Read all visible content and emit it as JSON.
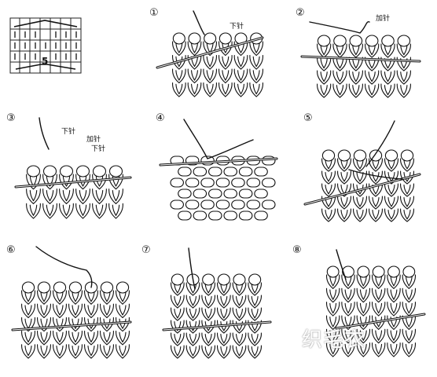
{
  "chart": {
    "number": "5"
  },
  "steps": [
    {
      "number": "①",
      "labels": [
        "下针"
      ]
    },
    {
      "number": "②",
      "labels": [
        "加针"
      ]
    },
    {
      "number": "③",
      "labels": [
        "下针",
        "加针",
        "下针"
      ]
    },
    {
      "number": "④",
      "labels": []
    },
    {
      "number": "⑤",
      "labels": []
    },
    {
      "number": "⑥",
      "labels": []
    },
    {
      "number": "⑦",
      "labels": []
    },
    {
      "number": "⑧",
      "labels": []
    }
  ],
  "watermark": "织毛衣",
  "colors": {
    "ink": "#111111",
    "background": "#ffffff"
  }
}
